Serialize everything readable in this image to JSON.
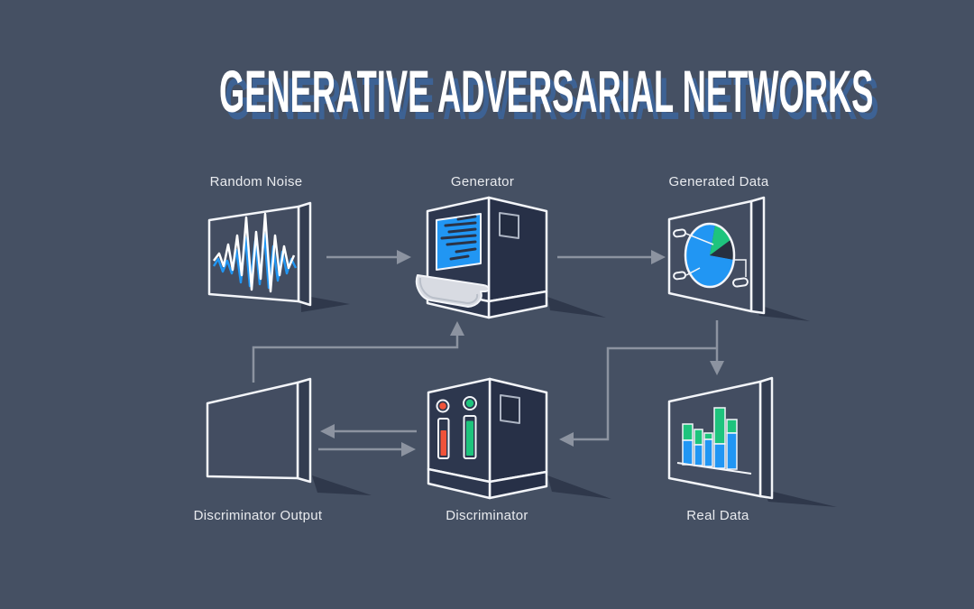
{
  "title": {
    "text": "GENERATIVE ADVERSARIAL NETWORKS"
  },
  "colors": {
    "background": "#455063",
    "title-text": "#FFFFFF",
    "title-shadow": "#3D6294",
    "outline": "#F3F5F9",
    "label-text": "#E9EBEF",
    "arrow": "#8C93A0",
    "panel-face": "#434D61",
    "panel-side": "#333D51",
    "shadow": "#2F384B",
    "machine-front": "#2D374E",
    "machine-side": "#273047",
    "machine-window": "#232C40",
    "screen-line": "#2A3347",
    "blue": "#2196F3",
    "green": "#1EC47D",
    "red": "#F0533A",
    "dark-slice": "#27303F",
    "paper": "#D8DBE2"
  },
  "nodes": [
    {
      "id": "random-noise",
      "label": "Random Noise",
      "icon": "waveform-icon",
      "icon_details": {
        "type": "waveform",
        "lines": [
          "white",
          "blue"
        ]
      }
    },
    {
      "id": "generator",
      "label": "Generator",
      "icon": "machine-printer-icon",
      "icon_details": {
        "type": "machine",
        "screen": "blue screen with code lines",
        "output": "printed paper sheet"
      }
    },
    {
      "id": "generated-data",
      "label": "Generated Data",
      "icon": "pie-chart-icon",
      "icon_details": {
        "type": "pie",
        "slices": [
          {
            "color": "blue",
            "pct": 76
          },
          {
            "color": "green",
            "pct": 14
          },
          {
            "color": "dark",
            "pct": 10
          }
        ],
        "labels": 3
      }
    },
    {
      "id": "real-data",
      "label": "Real Data",
      "icon": "bar-chart-icon",
      "icon_details": {
        "type": "stacked-bar",
        "bars": [
          {
            "blue": 27,
            "green": 18
          },
          {
            "blue": 23,
            "green": 17
          },
          {
            "blue": 30,
            "green": 7
          },
          {
            "blue": 27,
            "green": 40
          },
          {
            "blue": 40,
            "green": 15
          }
        ]
      }
    },
    {
      "id": "discriminator",
      "label": "Discriminator",
      "icon": "machine-gauges-icon",
      "icon_details": {
        "type": "machine",
        "indicator_lights": [
          "red",
          "green"
        ],
        "gauges": [
          {
            "color": "red",
            "level": 0.64
          },
          {
            "color": "green",
            "level": 0.84
          }
        ]
      }
    },
    {
      "id": "discriminator-output",
      "label": "Discriminator Output",
      "icon": "blank-panel-icon",
      "icon_details": {
        "type": "blank-panel"
      }
    }
  ],
  "edges": [
    {
      "from": "random-noise",
      "to": "generator"
    },
    {
      "from": "generator",
      "to": "generated-data"
    },
    {
      "from": "generated-data",
      "to": "real-data"
    },
    {
      "from": "generated-data",
      "to": "discriminator"
    },
    {
      "from": "discriminator",
      "to": "discriminator-output"
    },
    {
      "from": "discriminator-output",
      "to": "discriminator"
    },
    {
      "from": "discriminator-output",
      "to": "generator"
    }
  ]
}
